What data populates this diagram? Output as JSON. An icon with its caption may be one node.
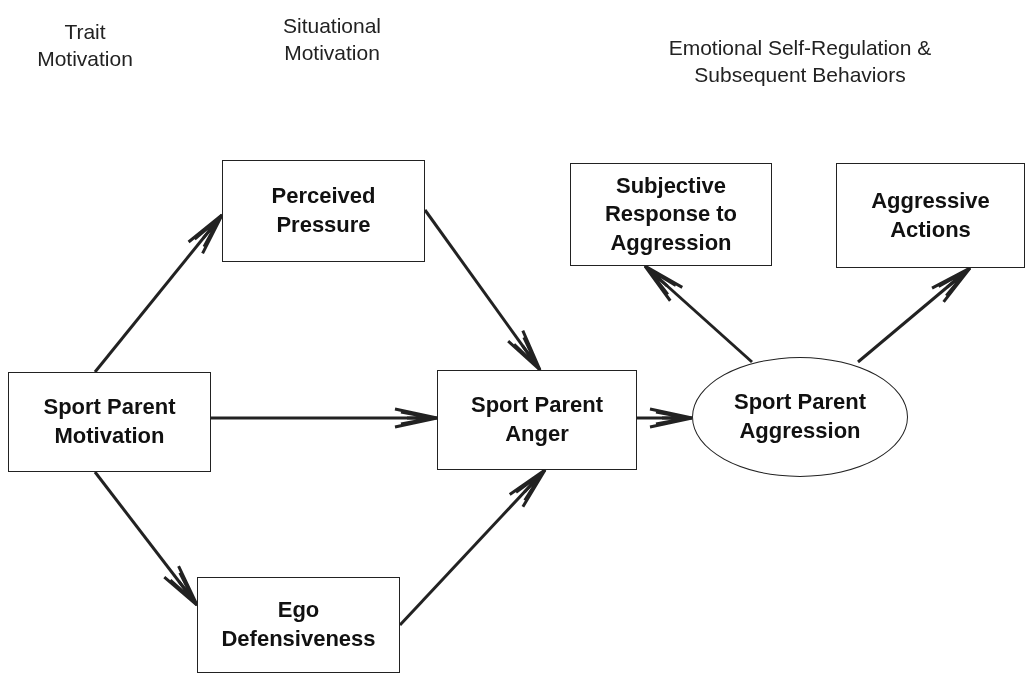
{
  "diagram": {
    "nodes": [
      {
        "text": [
          "Perceived Pressure"
        ]
      },
      {
        "text": [
          "Subjective Response to Aggression"
        ]
      },
      {
        "text": [
          "Aggressive Actions"
        ]
      },
      {
        "text": [
          "Sport Parent Motivation"
        ]
      },
      {
        "text": [
          "Sport Parent Anger"
        ]
      },
      {
        "text": [
          "Sport Parent Aggression"
        ]
      },
      {
        "text": [
          "Ego Defensiveness"
        ]
      }
    ],
    "edges": [
      {
        "from": 3,
        "to": 0,
        "arrow": "to"
      },
      {
        "from": 3,
        "to": 4,
        "arrow": "to"
      },
      {
        "from": 3,
        "to": 6,
        "arrow": "to"
      },
      {
        "from": 0,
        "to": 4,
        "arrow": "to"
      },
      {
        "from": 6,
        "to": 4,
        "arrow": "to"
      },
      {
        "from": 4,
        "to": 5,
        "arrow": "to"
      },
      {
        "from": 5,
        "to": 1,
        "arrow": "to"
      },
      {
        "from": 5,
        "to": 2,
        "arrow": "to"
      }
    ],
    "labels": [
      "Trait Motivation",
      "Situational Motivation",
      "Emotional Self-Regulation & Subsequent Behaviors"
    ]
  }
}
